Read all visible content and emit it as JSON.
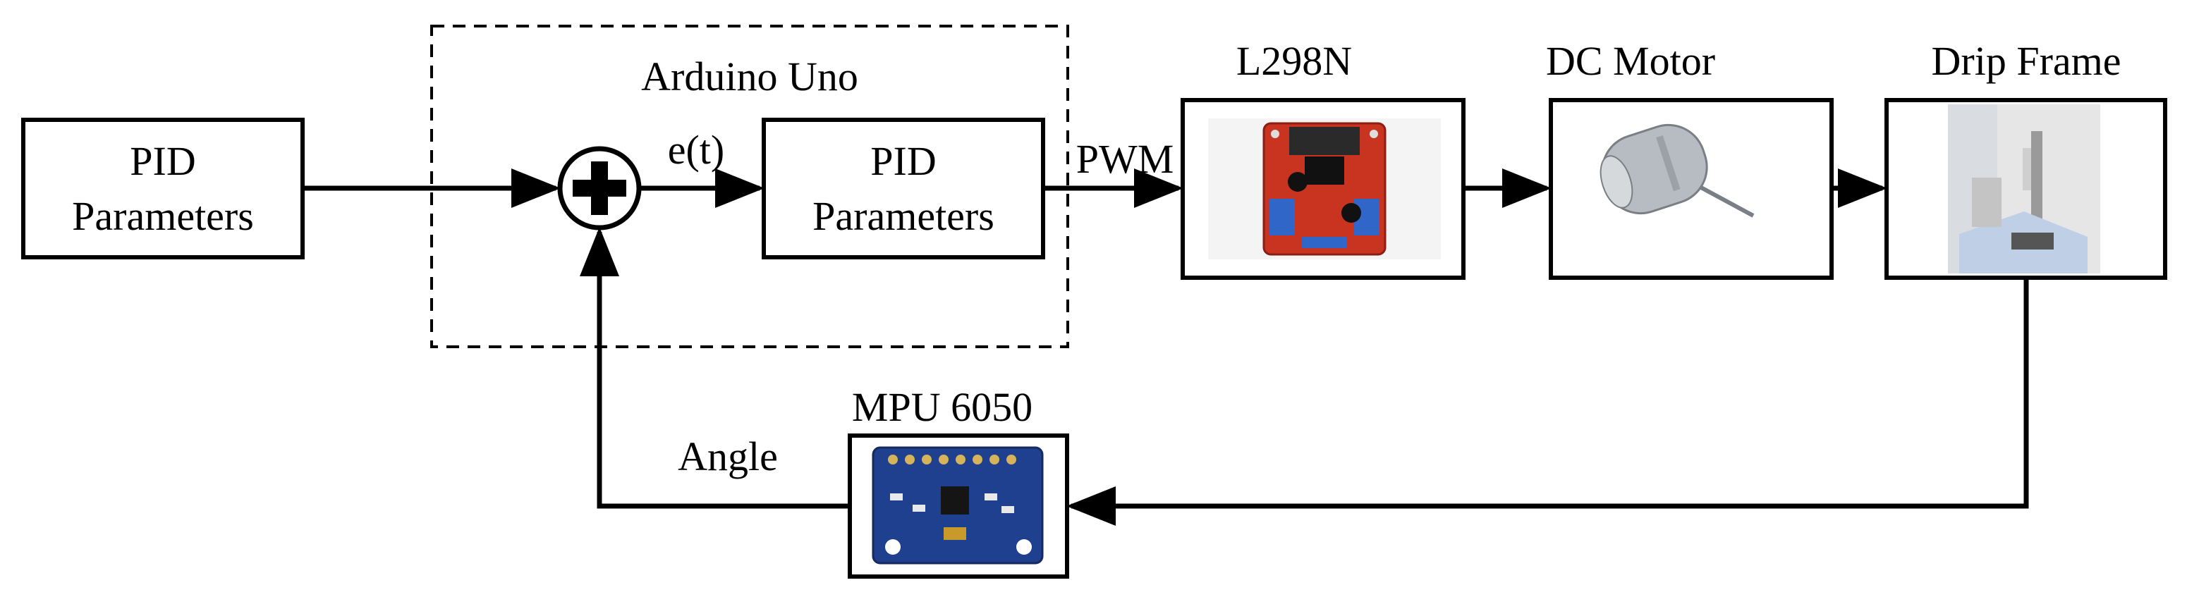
{
  "diagram": {
    "input_block": {
      "line1": "PID",
      "line2": "Parameters"
    },
    "controller_group": {
      "label": "Arduino Uno"
    },
    "summing_junction": {
      "symbol": "+"
    },
    "error_signal": {
      "label": "e(t)"
    },
    "controller_block": {
      "line1": "PID",
      "line2": "Parameters"
    },
    "pwm_signal": {
      "label": "PWM"
    },
    "driver_block": {
      "label": "L298N"
    },
    "motor_block": {
      "label": "DC Motor"
    },
    "plant_block": {
      "label": "Drip Frame"
    },
    "sensor_block": {
      "label": "MPU 6050"
    },
    "feedback_signal": {
      "label": "Angle"
    },
    "colors": {
      "line": "#000000",
      "driver_board": "#c8341f",
      "sensor_board": "#1f3f8f",
      "motor_body": "#b7bcc2",
      "photo_background": "#f2f2f2"
    }
  }
}
